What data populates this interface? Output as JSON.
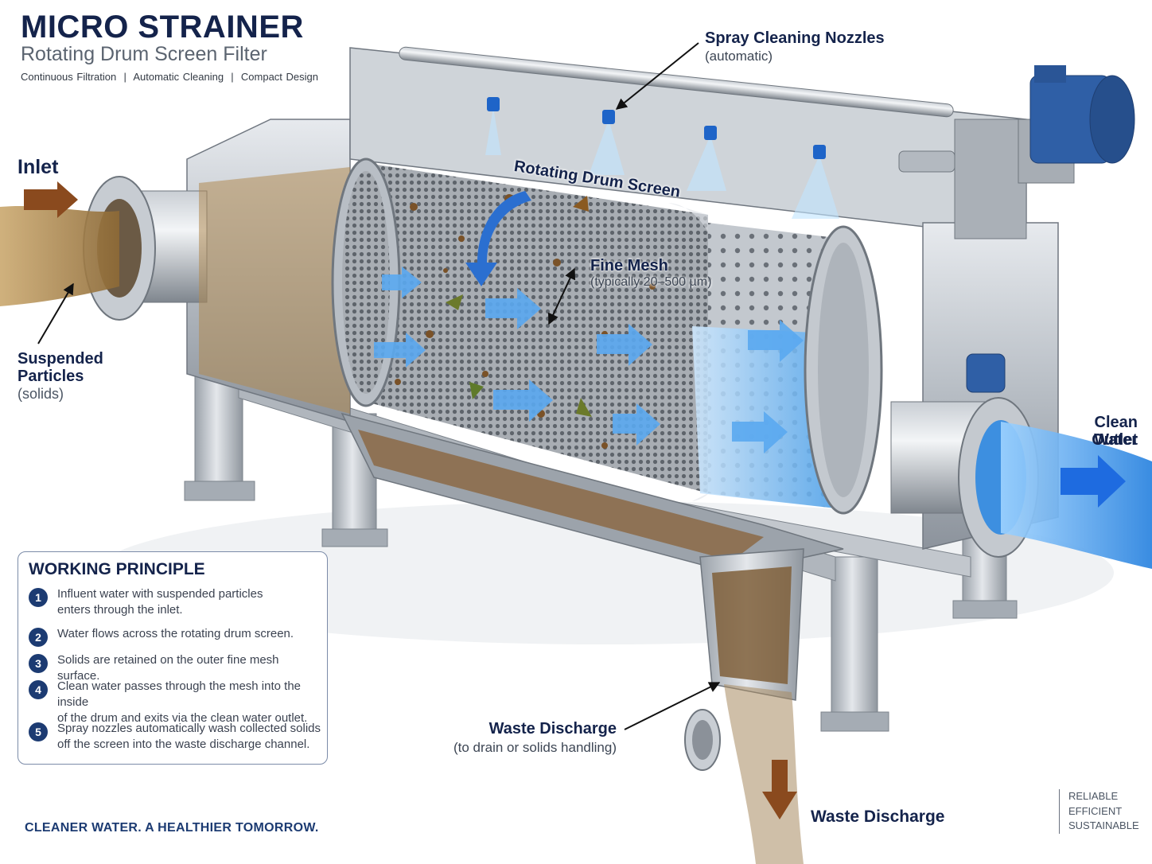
{
  "header": {
    "title": "MICRO STRAINER",
    "subtitle": "Rotating Drum Screen Filter",
    "tagline": "Continuous Filtration  |  Automatic Cleaning  |  Compact Design"
  },
  "labels": {
    "inlet": "Inlet",
    "suspended_line1": "Suspended",
    "suspended_line2": "Particles",
    "suspended_sub": "(solids)",
    "spray_title": "Spray Cleaning Nozzles",
    "spray_sub": "(automatic)",
    "drum": "Rotating Drum Screen",
    "mesh_title": "Fine Mesh",
    "mesh_sub": "(typically 20–500 µm)",
    "outlet_line1": "Clean Water",
    "outlet_line2": "Outlet",
    "waste_title": "Waste Discharge",
    "waste_sub": "(to drain or solids handling)",
    "waste_bottom": "Waste Discharge"
  },
  "principle": {
    "title": "WORKING PRINCIPLE",
    "steps": [
      {
        "num": "1",
        "line1": "Influent water with suspended particles",
        "line2": "enters through the inlet."
      },
      {
        "num": "2",
        "line1": "Water flows across the rotating drum screen.",
        "line2": ""
      },
      {
        "num": "3",
        "line1": "Solids are retained on the outer fine mesh surface.",
        "line2": ""
      },
      {
        "num": "4",
        "line1": "Clean water passes through the mesh into the inside",
        "line2": "of the drum and exits via the clean water outlet."
      },
      {
        "num": "5",
        "line1": "Spray nozzles automatically wash collected solids",
        "line2": "off the screen into the waste discharge channel."
      }
    ]
  },
  "footer": {
    "slogan": "CLEANER WATER. A HEALTHIER TOMORROW.",
    "values": [
      "RELIABLE",
      "EFFICIENT",
      "SUSTAINABLE"
    ]
  },
  "colors": {
    "navy": "#14234b",
    "steel": "#b9bfc6",
    "clean_water": "#2f86e0",
    "dirty_water": "#a37d46",
    "nozzle_blue": "#1e64c8",
    "brown_arrow": "#8a4a1e"
  }
}
